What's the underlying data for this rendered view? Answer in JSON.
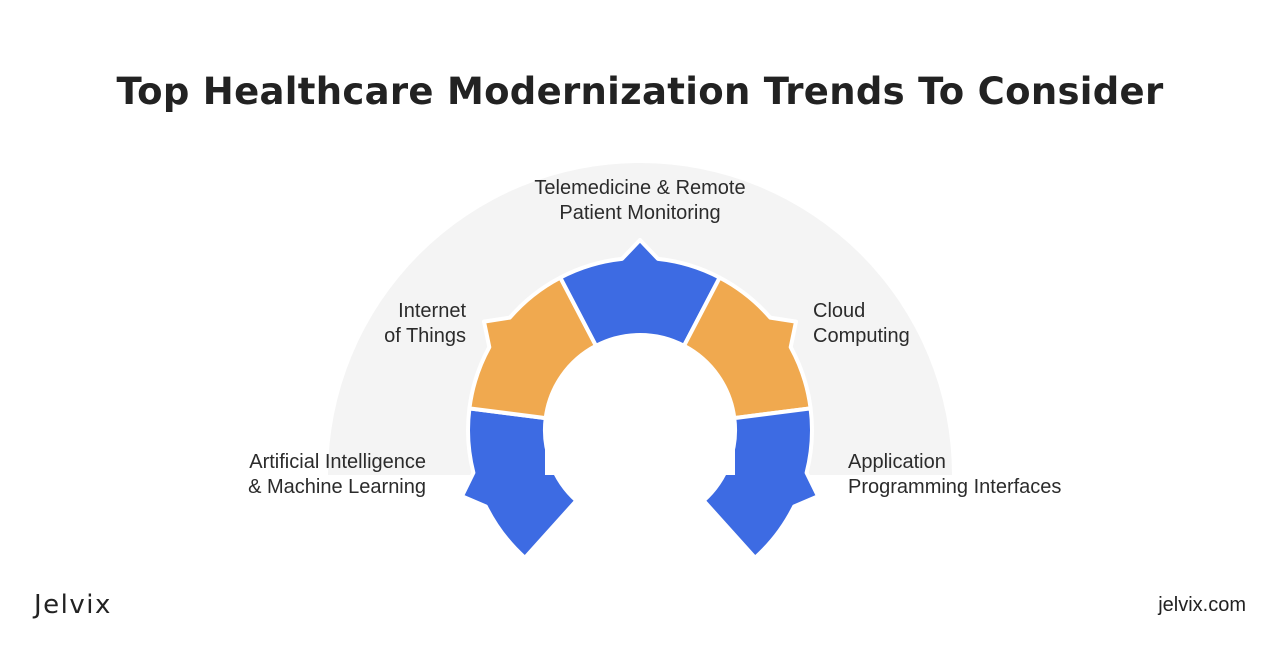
{
  "title": "Top Healthcare Modernization Trends To Consider",
  "colors": {
    "blue": "#3d6be3",
    "orange": "#f0a94f",
    "backdrop": "#f4f4f4"
  },
  "trends": [
    {
      "lines": [
        "Artificial Intelligence",
        "& Machine Learning"
      ],
      "color": "blue"
    },
    {
      "lines": [
        "Internet",
        "of Things"
      ],
      "color": "orange"
    },
    {
      "lines": [
        "Telemedicine & Remote",
        "Patient Monitoring"
      ],
      "color": "blue"
    },
    {
      "lines": [
        "Cloud",
        "Computing"
      ],
      "color": "orange"
    },
    {
      "lines": [
        "Application",
        "Programming Interfaces"
      ],
      "color": "blue"
    }
  ],
  "footer": {
    "logo": "Jelvix",
    "url": "jelvix.com"
  }
}
